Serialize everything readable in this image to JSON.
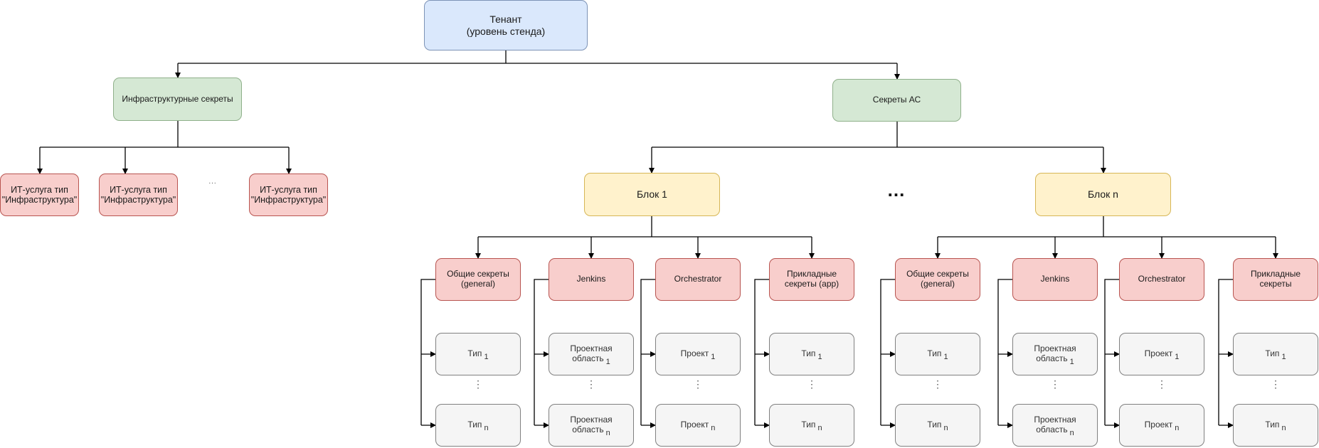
{
  "tenant": {
    "label": "Тенант\n(уровень стенда)"
  },
  "infra": {
    "label": "Инфраструктурные секреты",
    "services": [
      "ИТ-услуга тип\n\"Инфраструктура\"",
      "ИТ-услуга тип\n\"Инфраструктура\"",
      "ИТ-услуга тип\n\"Инфраструктура\""
    ],
    "ellipsis": "..."
  },
  "as": {
    "label": "Секреты АС"
  },
  "blocks_ellipsis": "...",
  "block1": {
    "label": "Блок 1",
    "cols": [
      {
        "label": "Общие секреты\n(general)",
        "first": "Тип",
        "first_sub": "1",
        "last": "Тип",
        "last_sub": "n"
      },
      {
        "label": "Jenkins",
        "first": "Проектная область",
        "first_sub": "1",
        "last": "Проектная область",
        "last_sub": "n"
      },
      {
        "label": "Orchestrator",
        "first": "Проект",
        "first_sub": "1",
        "last": "Проект",
        "last_sub": "n"
      },
      {
        "label": "Прикладные\nсекреты (app)",
        "first": "Тип",
        "first_sub": "1",
        "last": "Тип",
        "last_sub": "n"
      }
    ]
  },
  "blockn": {
    "label": "Блок n",
    "cols": [
      {
        "label": "Общие секреты\n(general)",
        "first": "Тип",
        "first_sub": "1",
        "last": "Тип",
        "last_sub": "n"
      },
      {
        "label": "Jenkins",
        "first": "Проектная область",
        "first_sub": "1",
        "last": "Проектная область",
        "last_sub": "n"
      },
      {
        "label": "Orchestrator",
        "first": "Проект",
        "first_sub": "1",
        "last": "Проект",
        "last_sub": "n"
      },
      {
        "label": "Прикладные\nсекреты",
        "first": "Тип",
        "first_sub": "1",
        "last": "Тип",
        "last_sub": "n"
      }
    ]
  },
  "vertical_ellipsis": "⋮"
}
